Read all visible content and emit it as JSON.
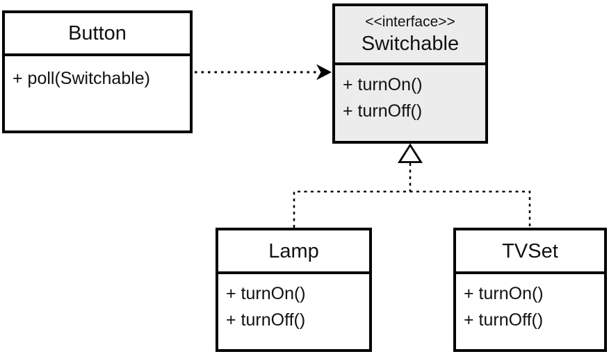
{
  "diagram": {
    "kind": "uml-class-diagram",
    "background": "#ffffff",
    "colors": {
      "box_fill": "#ffffff",
      "interface_fill": "#ececec",
      "border": "#000000",
      "text": "#111111"
    },
    "classes": [
      {
        "id": "button",
        "name": "Button",
        "stereotype": "",
        "members": [
          "+ poll(Switchable)"
        ]
      },
      {
        "id": "switchable",
        "name": "Switchable",
        "stereotype": "<<interface>>",
        "members": [
          "+ turnOn()",
          "+ turnOff()"
        ]
      },
      {
        "id": "lamp",
        "name": "Lamp",
        "stereotype": "",
        "members": [
          "+ turnOn()",
          "+ turnOff()"
        ]
      },
      {
        "id": "tvset",
        "name": "TVSet",
        "stereotype": "",
        "members": [
          "+ turnOn()",
          "+ turnOff()"
        ]
      }
    ],
    "relationships": [
      {
        "from": "Button",
        "to": "Switchable",
        "type": "dependency",
        "line": "dotted",
        "arrowhead": "filled-open-arrow"
      },
      {
        "from": "Lamp",
        "to": "Switchable",
        "type": "realization",
        "line": "dashed",
        "arrowhead": "hollow-triangle"
      },
      {
        "from": "TVSet",
        "to": "Switchable",
        "type": "realization",
        "line": "dashed",
        "arrowhead": "hollow-triangle"
      }
    ]
  }
}
